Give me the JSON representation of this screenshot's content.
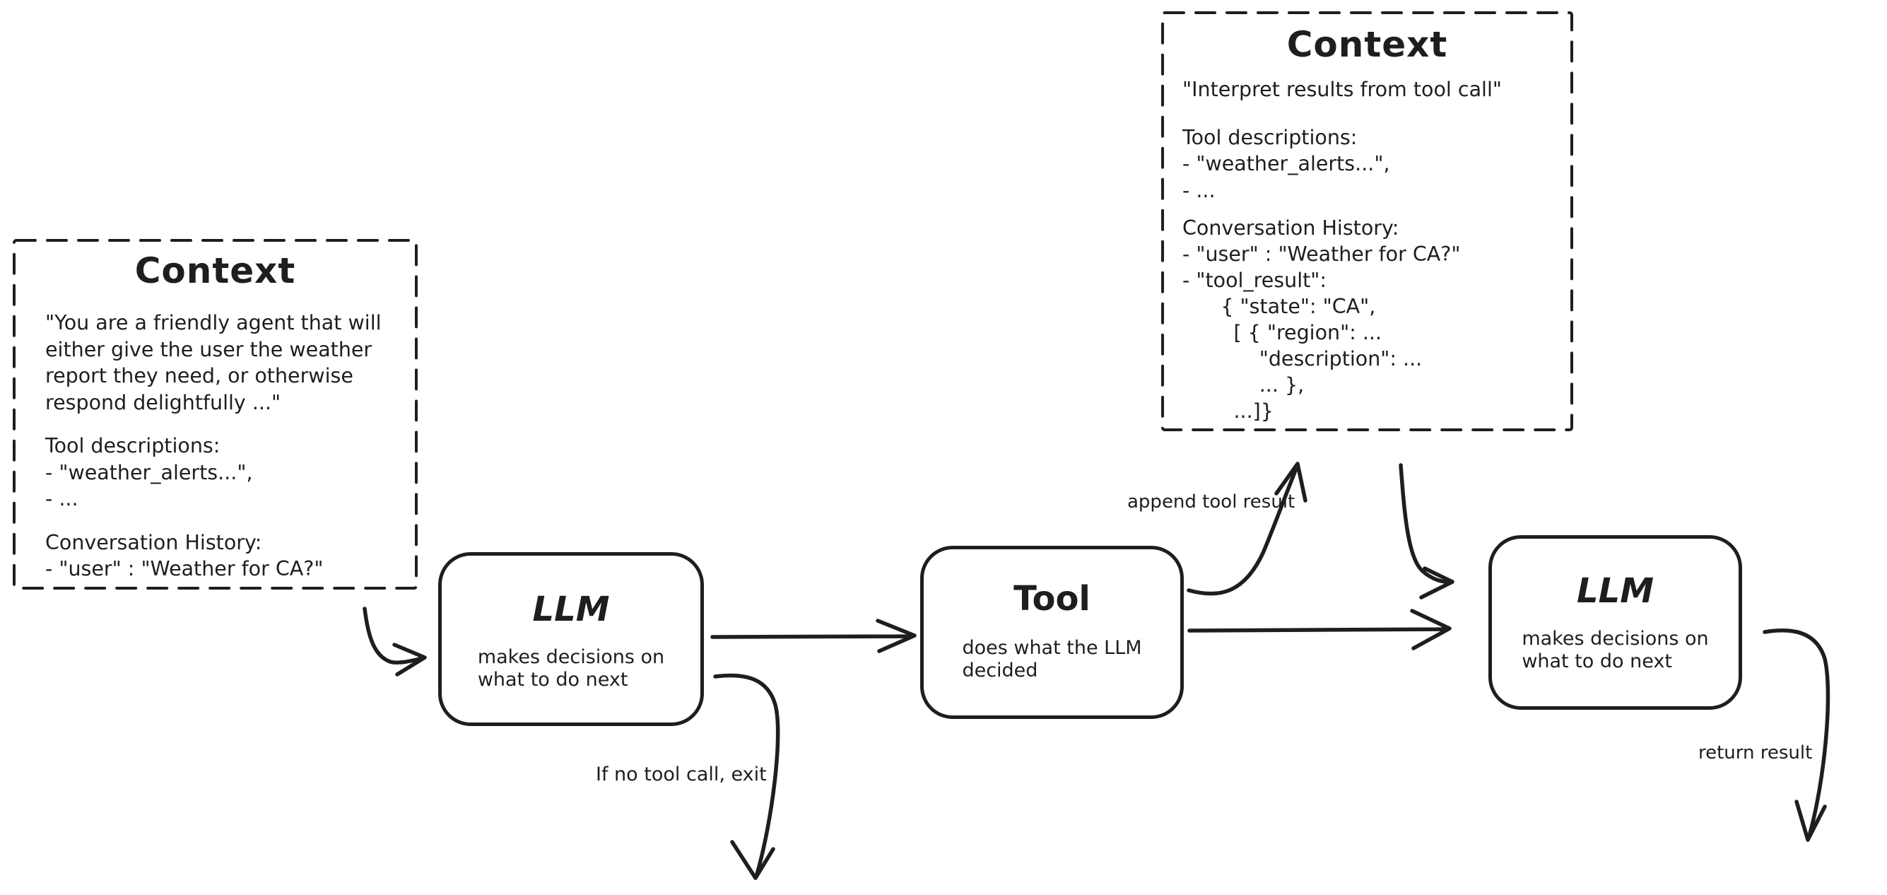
{
  "diagram": {
    "ink_color": "#1e1e1e",
    "background_color": "#ffffff"
  },
  "context_boxes": {
    "left": {
      "title": "Context",
      "system_prompt": [
        "\"You are a friendly agent that will",
        "either give the user the weather",
        "report they need, or otherwise",
        "respond delightfully ...\""
      ],
      "tool_descriptions": [
        "Tool descriptions:",
        "- \"weather_alerts...\",",
        "- ..."
      ],
      "conversation_history": [
        "Conversation History:",
        "- \"user\" : \"Weather for CA?\""
      ]
    },
    "top_right": {
      "title": "Context",
      "system_prompt": [
        "\"Interpret results from tool call\""
      ],
      "tool_descriptions": [
        "Tool descriptions:",
        "- \"weather_alerts...\",",
        "- ..."
      ],
      "conversation_history": [
        "Conversation History:",
        "- \"user\" : \"Weather for CA?\"",
        "- \"tool_result\":",
        "      { \"state\": \"CA\",",
        "        [ { \"region\": ...",
        "            \"description\": ...",
        "            ... },",
        "        ...]}"
      ]
    }
  },
  "nodes": {
    "llm_first": {
      "title": "LLM",
      "description": [
        "makes decisions on",
        "what to do next"
      ]
    },
    "tool": {
      "title": "Tool",
      "description": [
        "does what the LLM",
        "decided"
      ]
    },
    "llm_second": {
      "title": "LLM",
      "description": [
        "makes decisions on",
        "what to do next"
      ]
    }
  },
  "edge_labels": {
    "append_tool_result": "append tool result",
    "if_no_tool_call_exit": "If no tool call, exit",
    "return_result": "return result"
  }
}
